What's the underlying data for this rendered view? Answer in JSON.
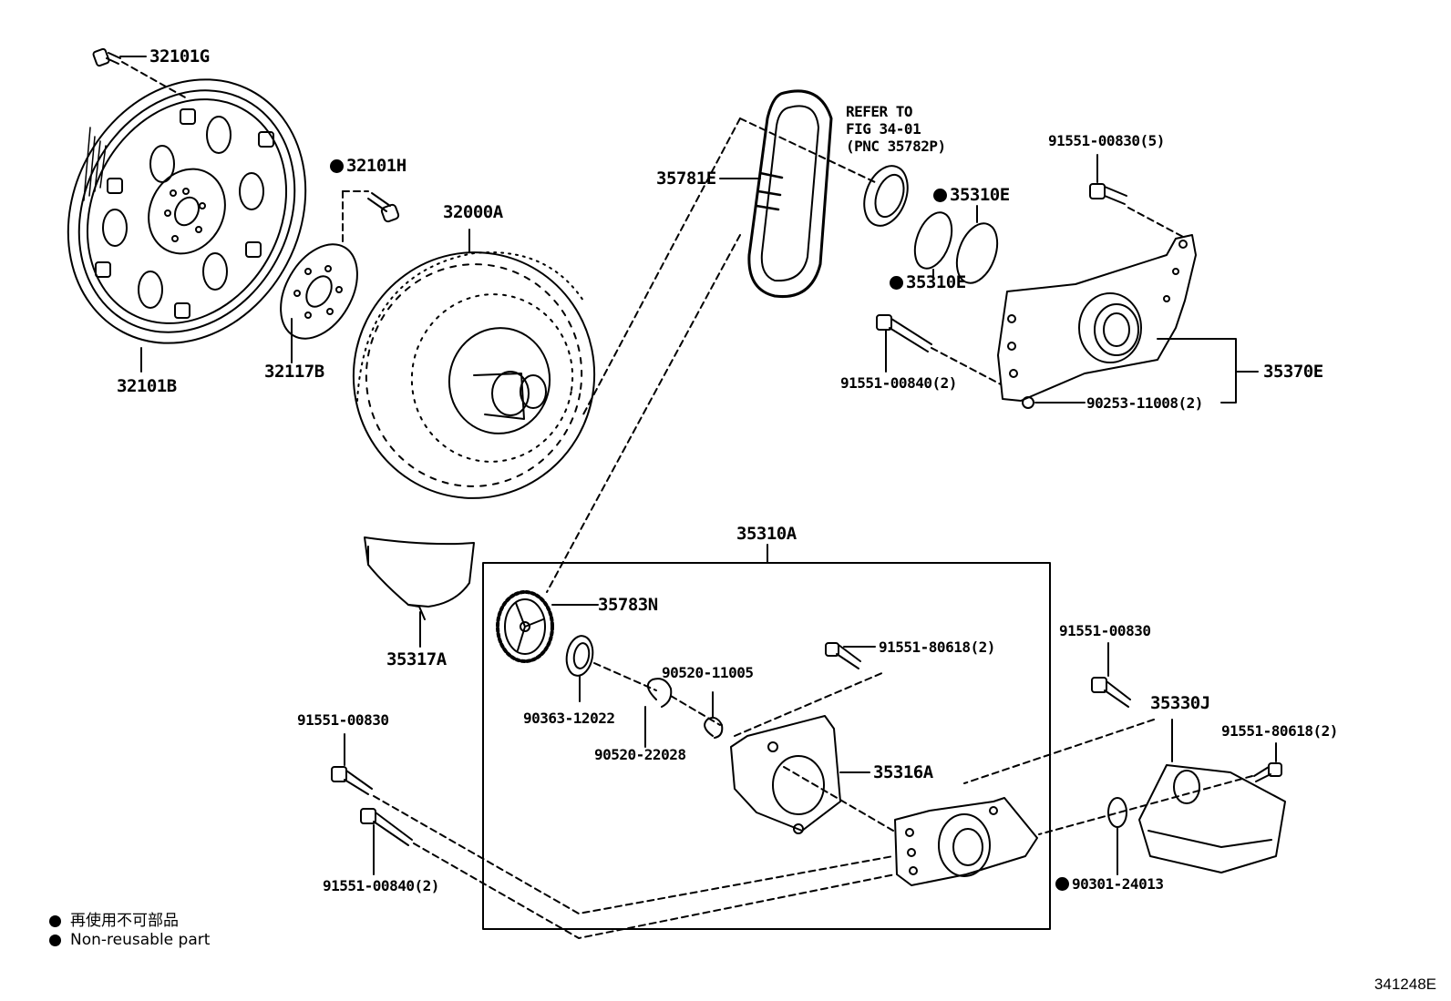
{
  "labels": {
    "p32101G": "32101G",
    "p32101H": "32101H",
    "p32000A": "32000A",
    "p32101B": "32101B",
    "p32117B": "32117B",
    "p35781E": "35781E",
    "refer_line1": "REFER TO",
    "refer_line2": "FIG 34-01",
    "refer_line3": "(PNC 35782P)",
    "p35310E_upper": "35310E",
    "p35310E_lower": "35310E",
    "p91551_00830_5": "91551-00830(5)",
    "p91551_00840_2_upper": "91551-00840(2)",
    "p90253_11008_2": "90253-11008(2)",
    "p35370E": "35370E",
    "p35310A": "35310A",
    "p35317A": "35317A",
    "p35783N": "35783N",
    "p91551_80618_2_center": "91551-80618(2)",
    "p90520_11005": "90520-11005",
    "p90363_12022": "90363-12022",
    "p90520_22028": "90520-22028",
    "p35316A": "35316A",
    "p91551_00830_left": "91551-00830",
    "p91551_00840_2_lower": "91551-00840(2)",
    "p91551_00830_right": "91551-00830",
    "p35330J": "35330J",
    "p91551_80618_2_right": "91551-80618(2)",
    "p90301_24013": "90301-24013"
  },
  "non_reusable_marked": [
    "32101H",
    "35310E",
    "35310E",
    "90301-24013"
  ],
  "legend": {
    "line_jp": "再使用不可部品",
    "line_en": "Non-reusable part"
  },
  "figure_id": "341248E"
}
